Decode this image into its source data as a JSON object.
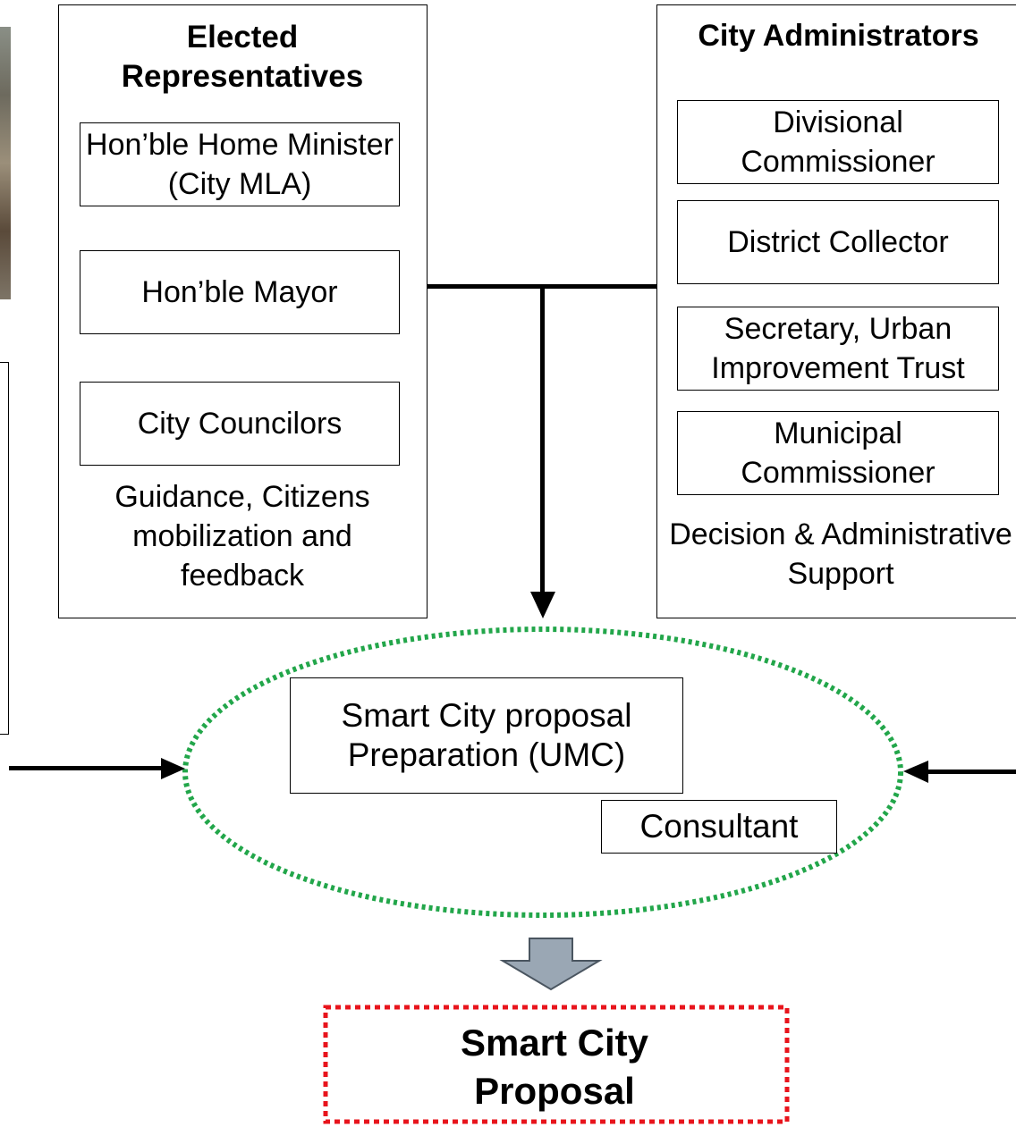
{
  "elected": {
    "title": "Elected Representatives",
    "members": [
      "Hon’ble Home Minister (City MLA)",
      "Hon’ble Mayor",
      "City Councilors"
    ],
    "role": "Guidance, Citizens mobilization and feedback"
  },
  "admin": {
    "title": "City Administrators",
    "members": [
      "Divisional Commissioner",
      "District Collector",
      "Secretary, Urban Improvement Trust",
      "Municipal Commissioner"
    ],
    "role": "Decision & Administrative Support"
  },
  "center": {
    "proposal_prep": "Smart City proposal Preparation (UMC)",
    "consultant": "Consultant"
  },
  "output": {
    "title": "Smart City Proposal"
  },
  "colors": {
    "ellipse_border": "#22a64a",
    "output_border": "#e8141c",
    "down_arrow_fill": "#9aa7b4",
    "down_arrow_stroke": "#4a5560"
  }
}
